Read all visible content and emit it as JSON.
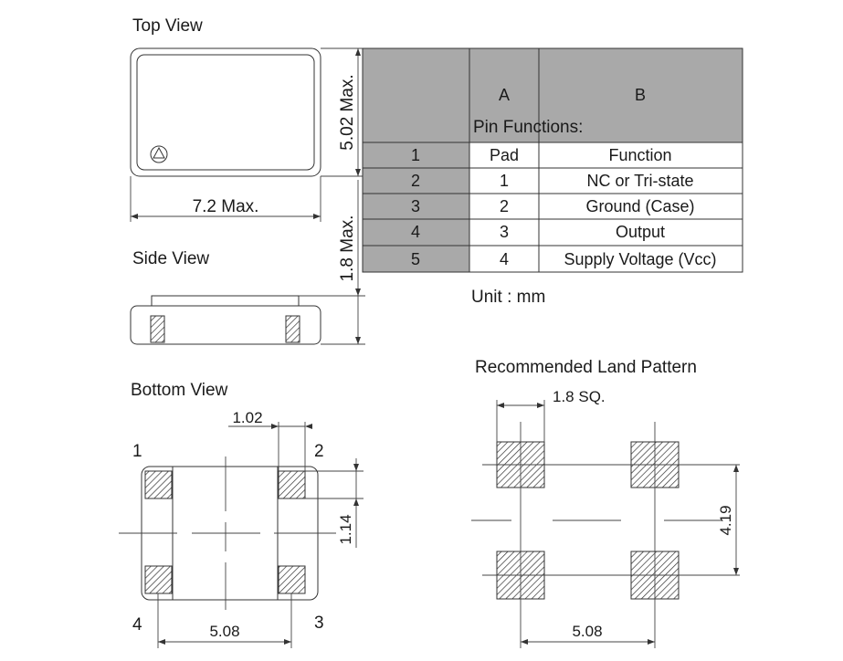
{
  "views": {
    "top_view": "Top View",
    "side_view": "Side View",
    "bottom_view": "Bottom View",
    "land_pattern": "Recommended Land Pattern"
  },
  "dimensions": {
    "width_max": "7.2 Max.",
    "height_max": "5.02 Max.",
    "thickness_max": "1.8 Max.",
    "pad_spacing_bottom": "1.02",
    "pad_height_bottom": "1.14",
    "pad_pitch_bottom": "5.08",
    "land_size": "1.8 SQ.",
    "land_pitch_vertical": "4.19",
    "land_pitch_horizontal": "5.08"
  },
  "pin_numbers": [
    "1",
    "2",
    "3",
    "4"
  ],
  "table": {
    "title": "Pin Functions:",
    "col_a": "A",
    "col_b": "B",
    "row_numbers": [
      "1",
      "2",
      "3",
      "4",
      "5"
    ],
    "rows": [
      {
        "pad": "Pad",
        "function": "Function"
      },
      {
        "pad": "1",
        "function": "NC or Tri-state"
      },
      {
        "pad": "2",
        "function": "Ground (Case)"
      },
      {
        "pad": "3",
        "function": "Output"
      },
      {
        "pad": "4",
        "function": "Supply Voltage (Vcc)"
      }
    ]
  },
  "unit_note": "Unit : mm",
  "colors": {
    "header_fill": "#a9a9a9",
    "line": "#333333",
    "background": "#ffffff"
  }
}
